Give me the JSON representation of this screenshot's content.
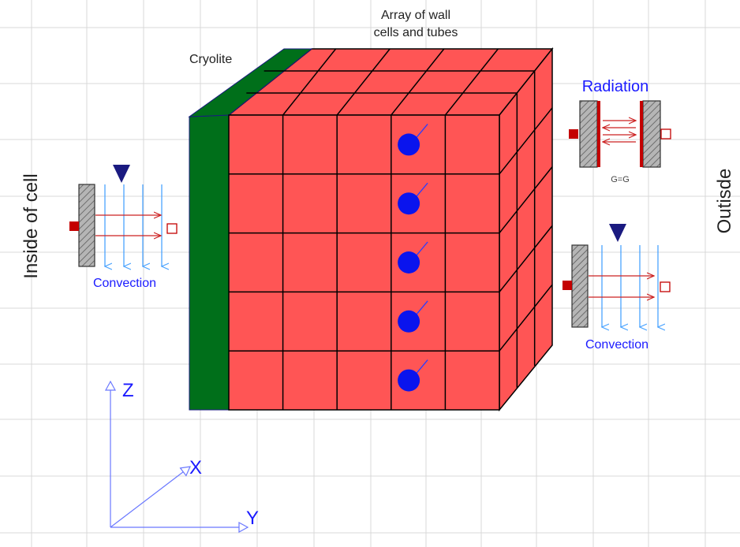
{
  "labels": {
    "array_line1": "Array of wall",
    "array_line2": "cells and tubes",
    "cryolite": "Cryolite",
    "inside": "Inside of cell",
    "outside": "Outisde",
    "radiation": "Radiation",
    "g_eq": "G=G",
    "convection_left": "Convection",
    "convection_right": "Convection",
    "axis_z": "Z",
    "axis_x": "X",
    "axis_y": "Y"
  },
  "block": {
    "columns": 5,
    "rows": 5,
    "depth_cells": 3,
    "tube_column": 4
  },
  "colors": {
    "cell_fill": "#ff5555",
    "cryolite": "#006f1a",
    "tube": "#0a14ee",
    "grid": "#d8d8d8",
    "blue_text": "#1a1aff",
    "arrow_red": "#c22",
    "flow_blue": "#4aa3ff",
    "axis_blue": "#6a78ff"
  },
  "icons": {
    "triangle": "inverted-triangle-icon",
    "port_filled": "filled-square-port-icon",
    "port_hollow": "hollow-square-port-icon"
  }
}
